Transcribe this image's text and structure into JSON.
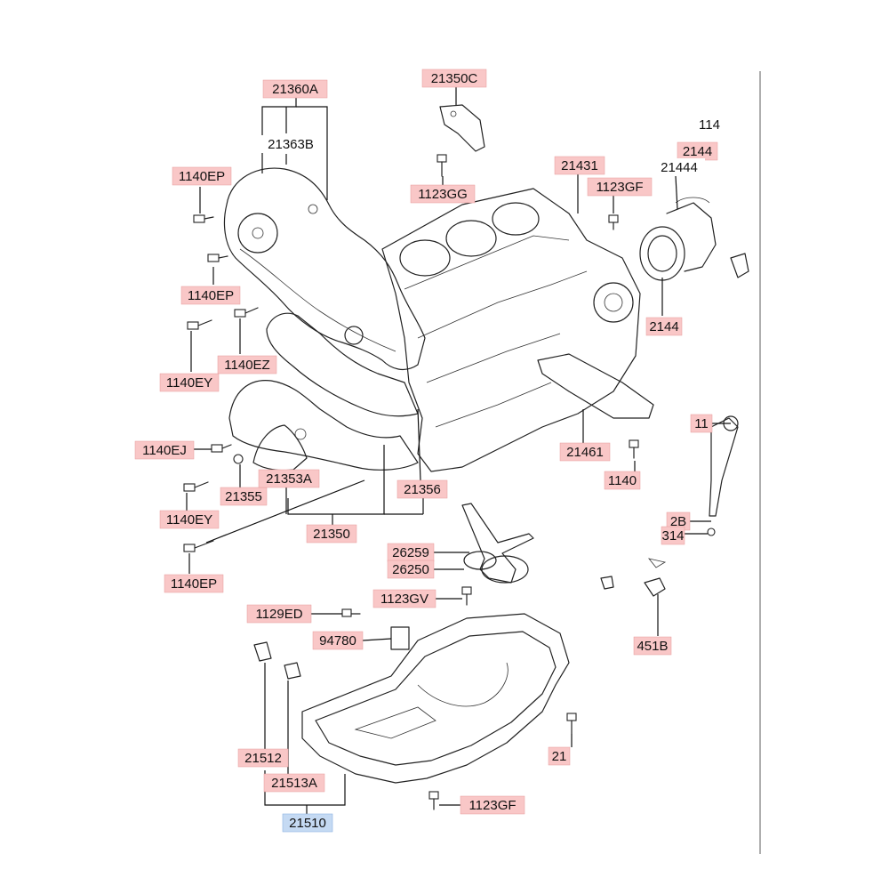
{
  "diagram": {
    "background": "#ffffff",
    "colors": {
      "label_pink": "#f9c7c7",
      "label_blue": "#c5daf3",
      "line": "#222222"
    },
    "labels": [
      {
        "id": "21360A",
        "text": "21360A",
        "highlight": "pink"
      },
      {
        "id": "21363B",
        "text": "21363B",
        "highlight": "none"
      },
      {
        "id": "21350C",
        "text": "21350C",
        "highlight": "pink"
      },
      {
        "id": "1123GG",
        "text": "1123GG",
        "highlight": "pink"
      },
      {
        "id": "21431",
        "text": "21431",
        "highlight": "pink"
      },
      {
        "id": "1123GF_top",
        "text": "1123GF",
        "highlight": "pink"
      },
      {
        "id": "114_top",
        "text": "114",
        "highlight": "none"
      },
      {
        "id": "2144",
        "text": "2144",
        "highlight": "pink"
      },
      {
        "id": "21444",
        "text": "21444",
        "highlight": "none"
      },
      {
        "id": "2144_low",
        "text": "2144",
        "highlight": "pink"
      },
      {
        "id": "1140EP_1",
        "text": "1140EP",
        "highlight": "pink"
      },
      {
        "id": "1140EP_2",
        "text": "1140EP",
        "highlight": "pink"
      },
      {
        "id": "1140EZ",
        "text": "1140EZ",
        "highlight": "pink"
      },
      {
        "id": "1140EY_1",
        "text": "1140EY",
        "highlight": "pink"
      },
      {
        "id": "1140EJ",
        "text": "1140EJ",
        "highlight": "pink"
      },
      {
        "id": "21355",
        "text": "21355",
        "highlight": "pink"
      },
      {
        "id": "21353A",
        "text": "21353A",
        "highlight": "pink"
      },
      {
        "id": "21356",
        "text": "21356",
        "highlight": "pink"
      },
      {
        "id": "1140EY_2",
        "text": "1140EY",
        "highlight": "pink"
      },
      {
        "id": "21350",
        "text": "21350",
        "highlight": "pink"
      },
      {
        "id": "1140EP_3",
        "text": "1140EP",
        "highlight": "pink"
      },
      {
        "id": "21461",
        "text": "21461",
        "highlight": "pink"
      },
      {
        "id": "1140_right",
        "text": "1140",
        "highlight": "pink"
      },
      {
        "id": "11_right",
        "text": "11",
        "highlight": "pink"
      },
      {
        "id": "2B",
        "text": "2B",
        "highlight": "pink"
      },
      {
        "id": "314",
        "text": "314",
        "highlight": "pink"
      },
      {
        "id": "26259",
        "text": "26259",
        "highlight": "pink"
      },
      {
        "id": "26250",
        "text": "26250",
        "highlight": "pink"
      },
      {
        "id": "1123GV",
        "text": "1123GV",
        "highlight": "pink"
      },
      {
        "id": "451B",
        "text": "451B",
        "highlight": "pink"
      },
      {
        "id": "1129ED",
        "text": "1129ED",
        "highlight": "pink"
      },
      {
        "id": "94780",
        "text": "94780",
        "highlight": "pink"
      },
      {
        "id": "21512",
        "text": "21512",
        "highlight": "pink"
      },
      {
        "id": "21513A",
        "text": "21513A",
        "highlight": "pink"
      },
      {
        "id": "21510",
        "text": "21510",
        "highlight": "blue"
      },
      {
        "id": "21_bottom",
        "text": "21",
        "highlight": "pink"
      },
      {
        "id": "1123GF_bottom",
        "text": "1123GF",
        "highlight": "pink"
      }
    ]
  }
}
